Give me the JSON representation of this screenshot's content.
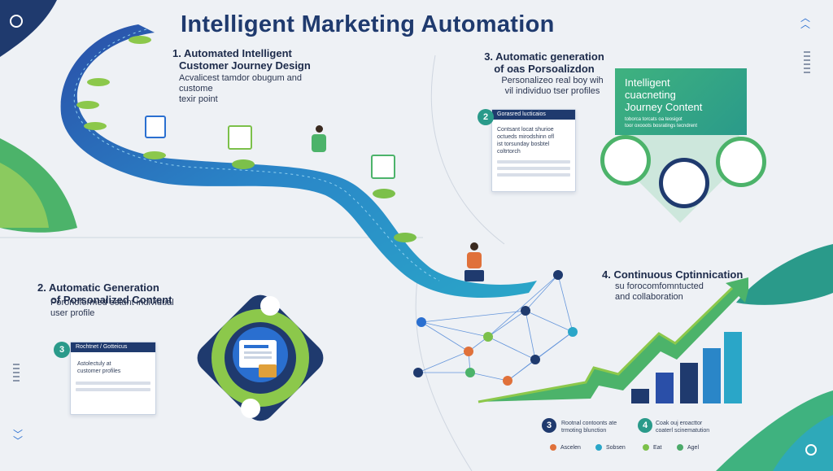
{
  "title": "Intelligent Marketing   Automation",
  "step1": {
    "heading_line1": "1. Automated Intelligent",
    "heading_line2": "Customer Journey Design",
    "body_line1": "Acvalicest tamdor obugum and custome",
    "body_line2": "texir point"
  },
  "step2": {
    "heading_line1": "2. Automatic Generation",
    "heading_line2": "of Porsonalized Content",
    "body_line1": "Poronoformed estunt individual",
    "body_line2": "user profile",
    "card_number": "3",
    "card_bar": "Rochtnet / Gotteicus",
    "card_text_line1": "Astolectuly at",
    "card_text_line2": "customer profiles"
  },
  "step3": {
    "heading_line1": "3. Automatic generation",
    "heading_line2": "of oas Porsoalizdon",
    "body_line1": "Personalizeo real boy wih",
    "body_line2": "vil individuo tser profiles",
    "card_number": "2",
    "card_bar": "Gorasred lucticaios",
    "card_text_line1": "Contsant locat shurioe",
    "card_text_line2": "octueds mirodshinn ofl",
    "card_text_line3": "ist torsunday bosbtel",
    "card_text_line4": "coltrtorch"
  },
  "green_panel": {
    "line1": "Intelligent",
    "line2": "cuacneting",
    "line3": "Journey Content",
    "small_line1": "toborca torcats oa teosigot",
    "small_line2": "toor oxooots bosratings tecndrent"
  },
  "step4": {
    "heading": "4. Continuous Cptinnication",
    "body_line1": "su forocomfomntucted",
    "body_line2": "and collaboration"
  },
  "bottom_legend": {
    "badge3": "3",
    "badge3_text_line1": "Rootnal contoonts ate",
    "badge3_text_line2": "trmoting blunction",
    "badge4": "4",
    "badge4_text_line1": "Coak ouj eroacttor",
    "badge4_text_line2": "coaterl scinematution",
    "items": [
      {
        "label": "Ascelen",
        "color": "#e0713a"
      },
      {
        "label": "Sobsen",
        "color": "#2aa6c8"
      },
      {
        "label": "Eat",
        "color": "#7cc04a"
      },
      {
        "label": "Agel",
        "color": "#4caa6a"
      }
    ]
  },
  "colors": {
    "navy": "#1f3a6e",
    "blue": "#2a6fd0",
    "teal": "#2aa6c8",
    "green": "#4cb36a",
    "lime": "#8cc84b"
  }
}
